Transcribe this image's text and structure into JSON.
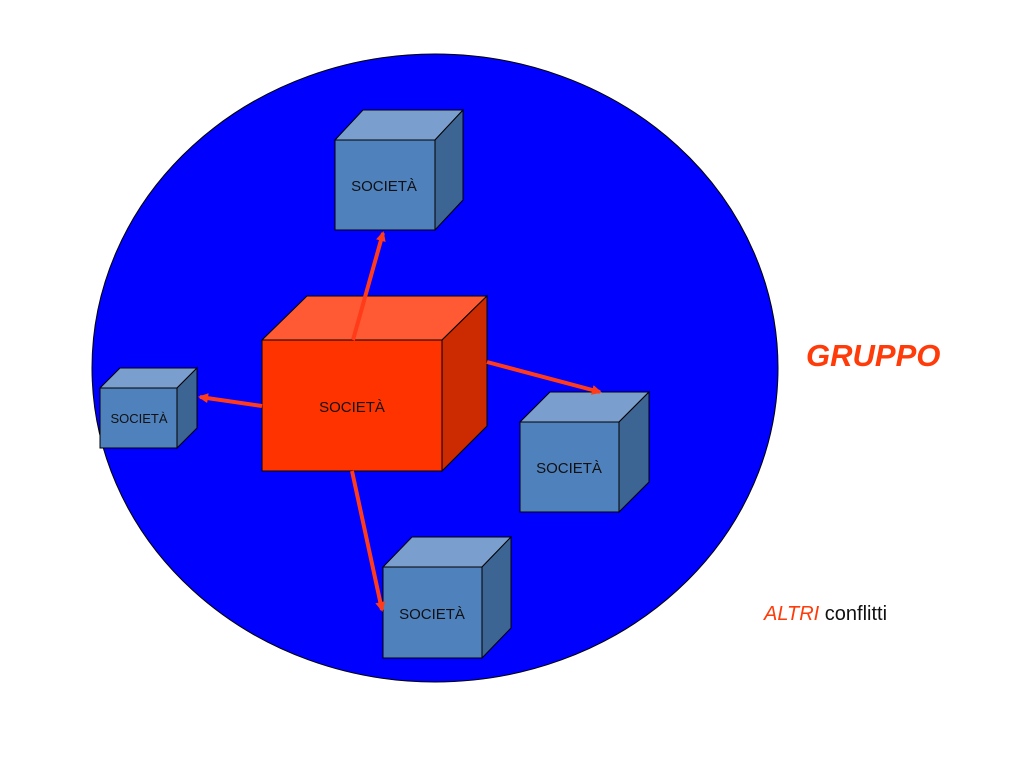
{
  "colors": {
    "circle_fill": "#0000FF",
    "center_cube_front": "#FF3300",
    "center_cube_top": "#FF5A33",
    "center_cube_side": "#CC2A00",
    "small_cube_front": "#4F81BD",
    "small_cube_top": "#7A9FCF",
    "small_cube_side": "#3D6594",
    "arrow": "#FF3B1A",
    "accent_text": "#FF3B0A"
  },
  "diagram": {
    "center_entity": {
      "label": "SOCIETÀ"
    },
    "entities": [
      {
        "label": "SOCIETÀ"
      },
      {
        "label": "SOCIETÀ"
      },
      {
        "label": "SOCIETÀ"
      },
      {
        "label": "SOCIETÀ"
      }
    ],
    "group_label": "GRUPPO",
    "caption": {
      "emphasis": "ALTRI",
      "rest": "conflitti"
    }
  }
}
